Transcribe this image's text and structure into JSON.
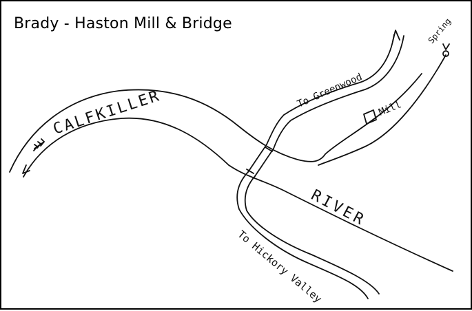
{
  "title": "Brady - Haston Mill & Bridge",
  "labels": {
    "river_west": "CALFKILLER",
    "river_east": "RIVER",
    "road_north": "To Greenwood",
    "road_south": "To Hickory Valley",
    "mill": "Mill",
    "spring": "Spring"
  },
  "colors": {
    "ink": "#111111",
    "background": "#ffffff",
    "frame": "#000000"
  }
}
